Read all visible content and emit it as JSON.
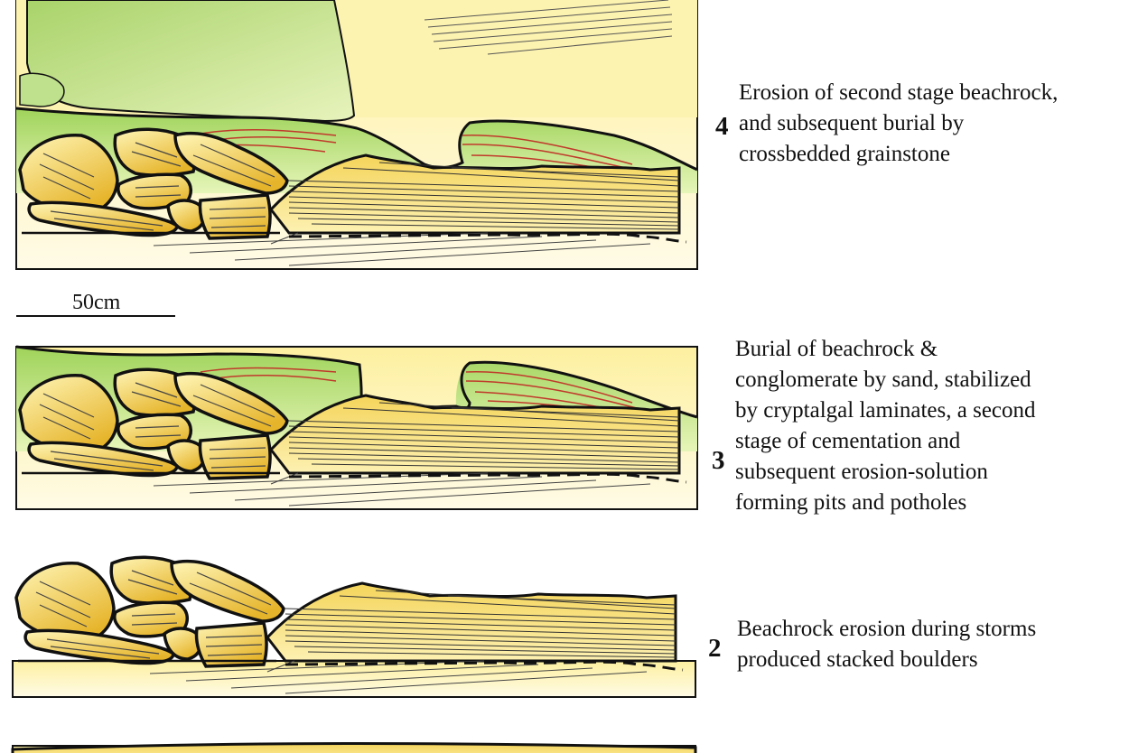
{
  "scale_bar": {
    "label": "50cm"
  },
  "stages": [
    {
      "number": "4",
      "caption_lines": [
        "Erosion of second stage beachrock,",
        "and subsequent burial by",
        "crossbedded grainstone"
      ]
    },
    {
      "number": "3",
      "caption_lines": [
        "Burial of beachrock &",
        "conglomerate by sand, stabilized",
        "by cryptalgal laminates, a second",
        "stage of cementation and",
        "subsequent erosion-solution",
        "forming pits and potholes"
      ]
    },
    {
      "number": "2",
      "caption_lines": [
        "Beachrock erosion during storms",
        "produced stacked boulders"
      ]
    }
  ],
  "colors": {
    "sand": "#fdf3b0",
    "boulder_light": "#fff3a6",
    "boulder_dark": "#e8b92a",
    "algal_green": "#b8e07a",
    "algal_line": "#c0392b",
    "outline": "#111111"
  }
}
